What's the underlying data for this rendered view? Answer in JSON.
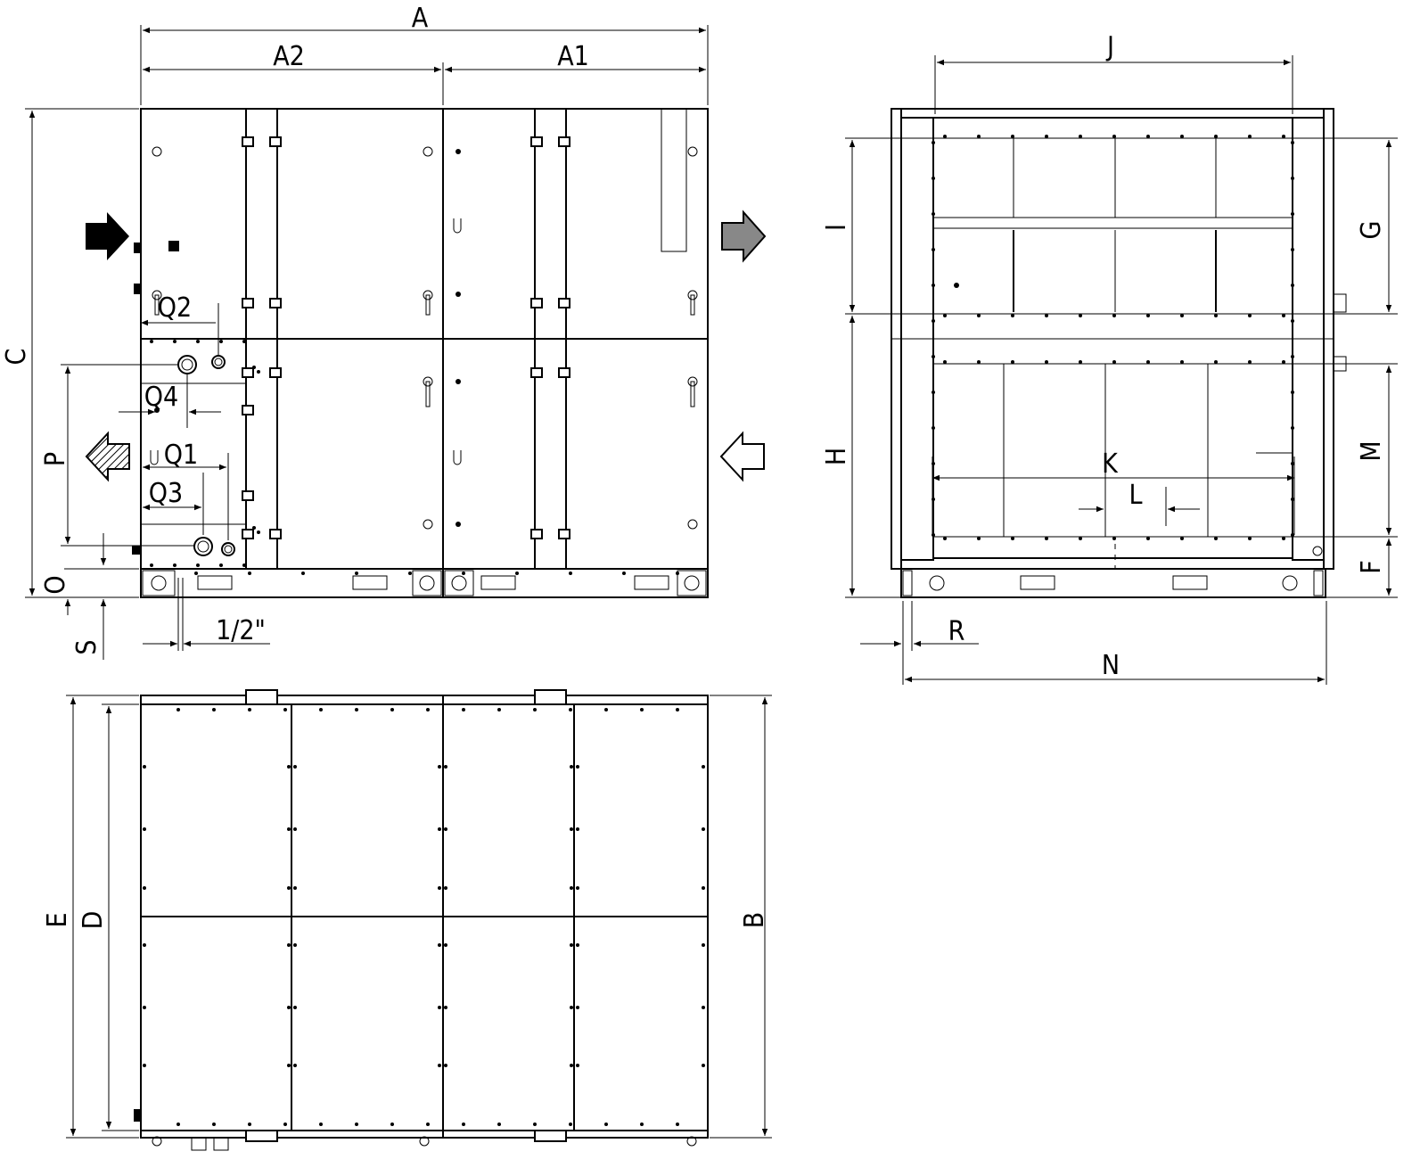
{
  "labels": {
    "A": "A",
    "A1": "A1",
    "A2": "A2",
    "B": "B",
    "C": "C",
    "D": "D",
    "E": "E",
    "F": "F",
    "G": "G",
    "H": "H",
    "I": "I",
    "J": "J",
    "K": "K",
    "L": "L",
    "M": "M",
    "N": "N",
    "O": "O",
    "P": "P",
    "Q1": "Q1",
    "Q2": "Q2",
    "Q3": "Q3",
    "Q4": "Q4",
    "R": "R",
    "S": "S",
    "half_inch": "1/2\""
  },
  "icons": {
    "supply_air_in": "solid-black-arrow-icon",
    "supply_air_out": "grey-arrow-icon",
    "exhaust_air_out": "hatched-arrow-icon",
    "extract_air_in": "outline-arrow-icon"
  }
}
